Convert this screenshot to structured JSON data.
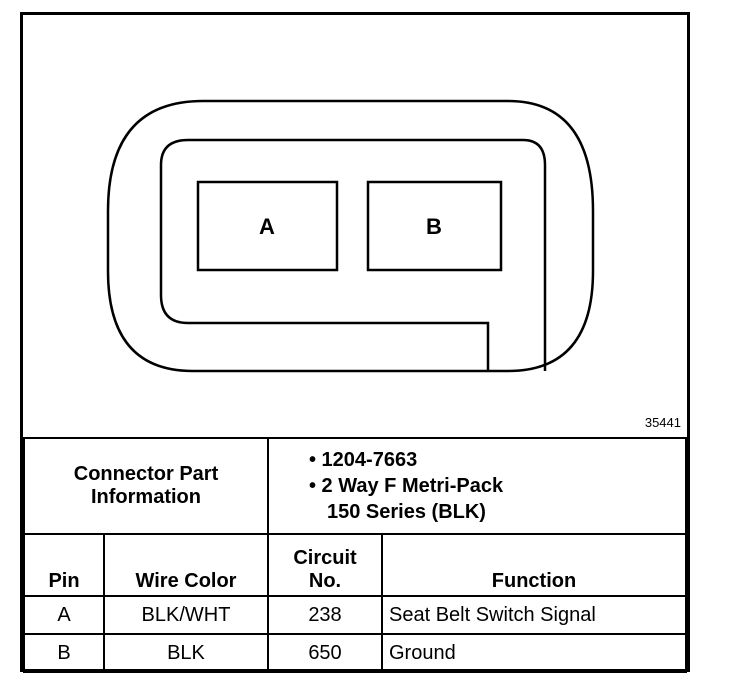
{
  "connector": {
    "pins": [
      "A",
      "B"
    ],
    "figure_number": "35441"
  },
  "part_info": {
    "label_line1": "Connector Part",
    "label_line2": "Information",
    "bullet1": "• 1204-7663",
    "bullet2_line1": "• 2 Way F Metri-Pack",
    "bullet2_line2": "150 Series (BLK)"
  },
  "table": {
    "headers": {
      "pin": "Pin",
      "wire_color": "Wire Color",
      "circuit_line1": "Circuit",
      "circuit_line2": "No.",
      "function": "Function"
    },
    "rows": [
      {
        "pin": "A",
        "wire_color": "BLK/WHT",
        "circuit": "238",
        "function": "Seat Belt Switch Signal"
      },
      {
        "pin": "B",
        "wire_color": "BLK",
        "circuit": "650",
        "function": "Ground"
      }
    ]
  }
}
